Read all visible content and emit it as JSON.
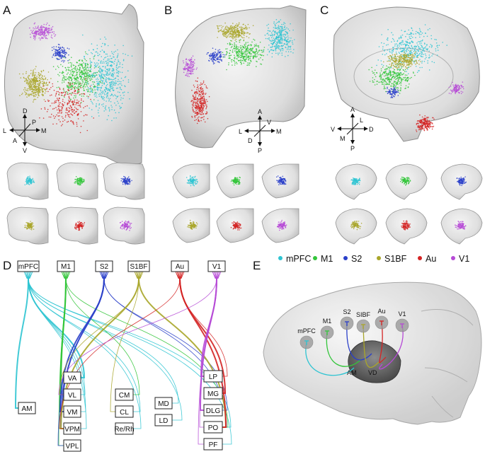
{
  "panel_labels": [
    "A",
    "B",
    "C",
    "D",
    "E"
  ],
  "colors": {
    "mPFC": "#2ec4d2",
    "M1": "#33c53a",
    "S2": "#2a3fc9",
    "S1BF": "#a9a62a",
    "Au": "#d42424",
    "V1": "#b64ad6"
  },
  "legend": [
    {
      "label": "mPFC",
      "color": "#2ec4d2"
    },
    {
      "label": "M1",
      "color": "#33c53a"
    },
    {
      "label": "S2",
      "color": "#2a3fc9"
    },
    {
      "label": "S1BF",
      "color": "#a9a62a"
    },
    {
      "label": "Au",
      "color": "#d42424"
    },
    {
      "label": "V1",
      "color": "#b64ad6"
    }
  ],
  "compass": {
    "A": {
      "up": "D",
      "down": "V",
      "left": "L",
      "right": "M",
      "diag_up": "P",
      "diag_down": "A"
    },
    "B": {
      "up": "A",
      "down": "P",
      "left": "L",
      "right": "M",
      "diag_up": "V",
      "diag_down": "D"
    },
    "C": {
      "up": "A",
      "down": "P",
      "left": "V",
      "right": "D",
      "diag_up": "L",
      "diag_down": "M"
    }
  },
  "cortical_areas": [
    "mPFC",
    "M1",
    "S2",
    "S1BF",
    "Au",
    "V1"
  ],
  "thalamic_nuclei": {
    "left": [
      "VA",
      "VL",
      "VM",
      "VPM",
      "VPL"
    ],
    "am": "AM",
    "middle": [
      "CM",
      "CL",
      "Re/Rh"
    ],
    "center_right": [
      "MD",
      "LD"
    ],
    "right": [
      "LP",
      "MG",
      "DLG",
      "PO",
      "PF"
    ]
  },
  "brain_labels": [
    "mPFC",
    "M1",
    "S2",
    "SIBF",
    "Au",
    "V1",
    "AM",
    "VD"
  ]
}
